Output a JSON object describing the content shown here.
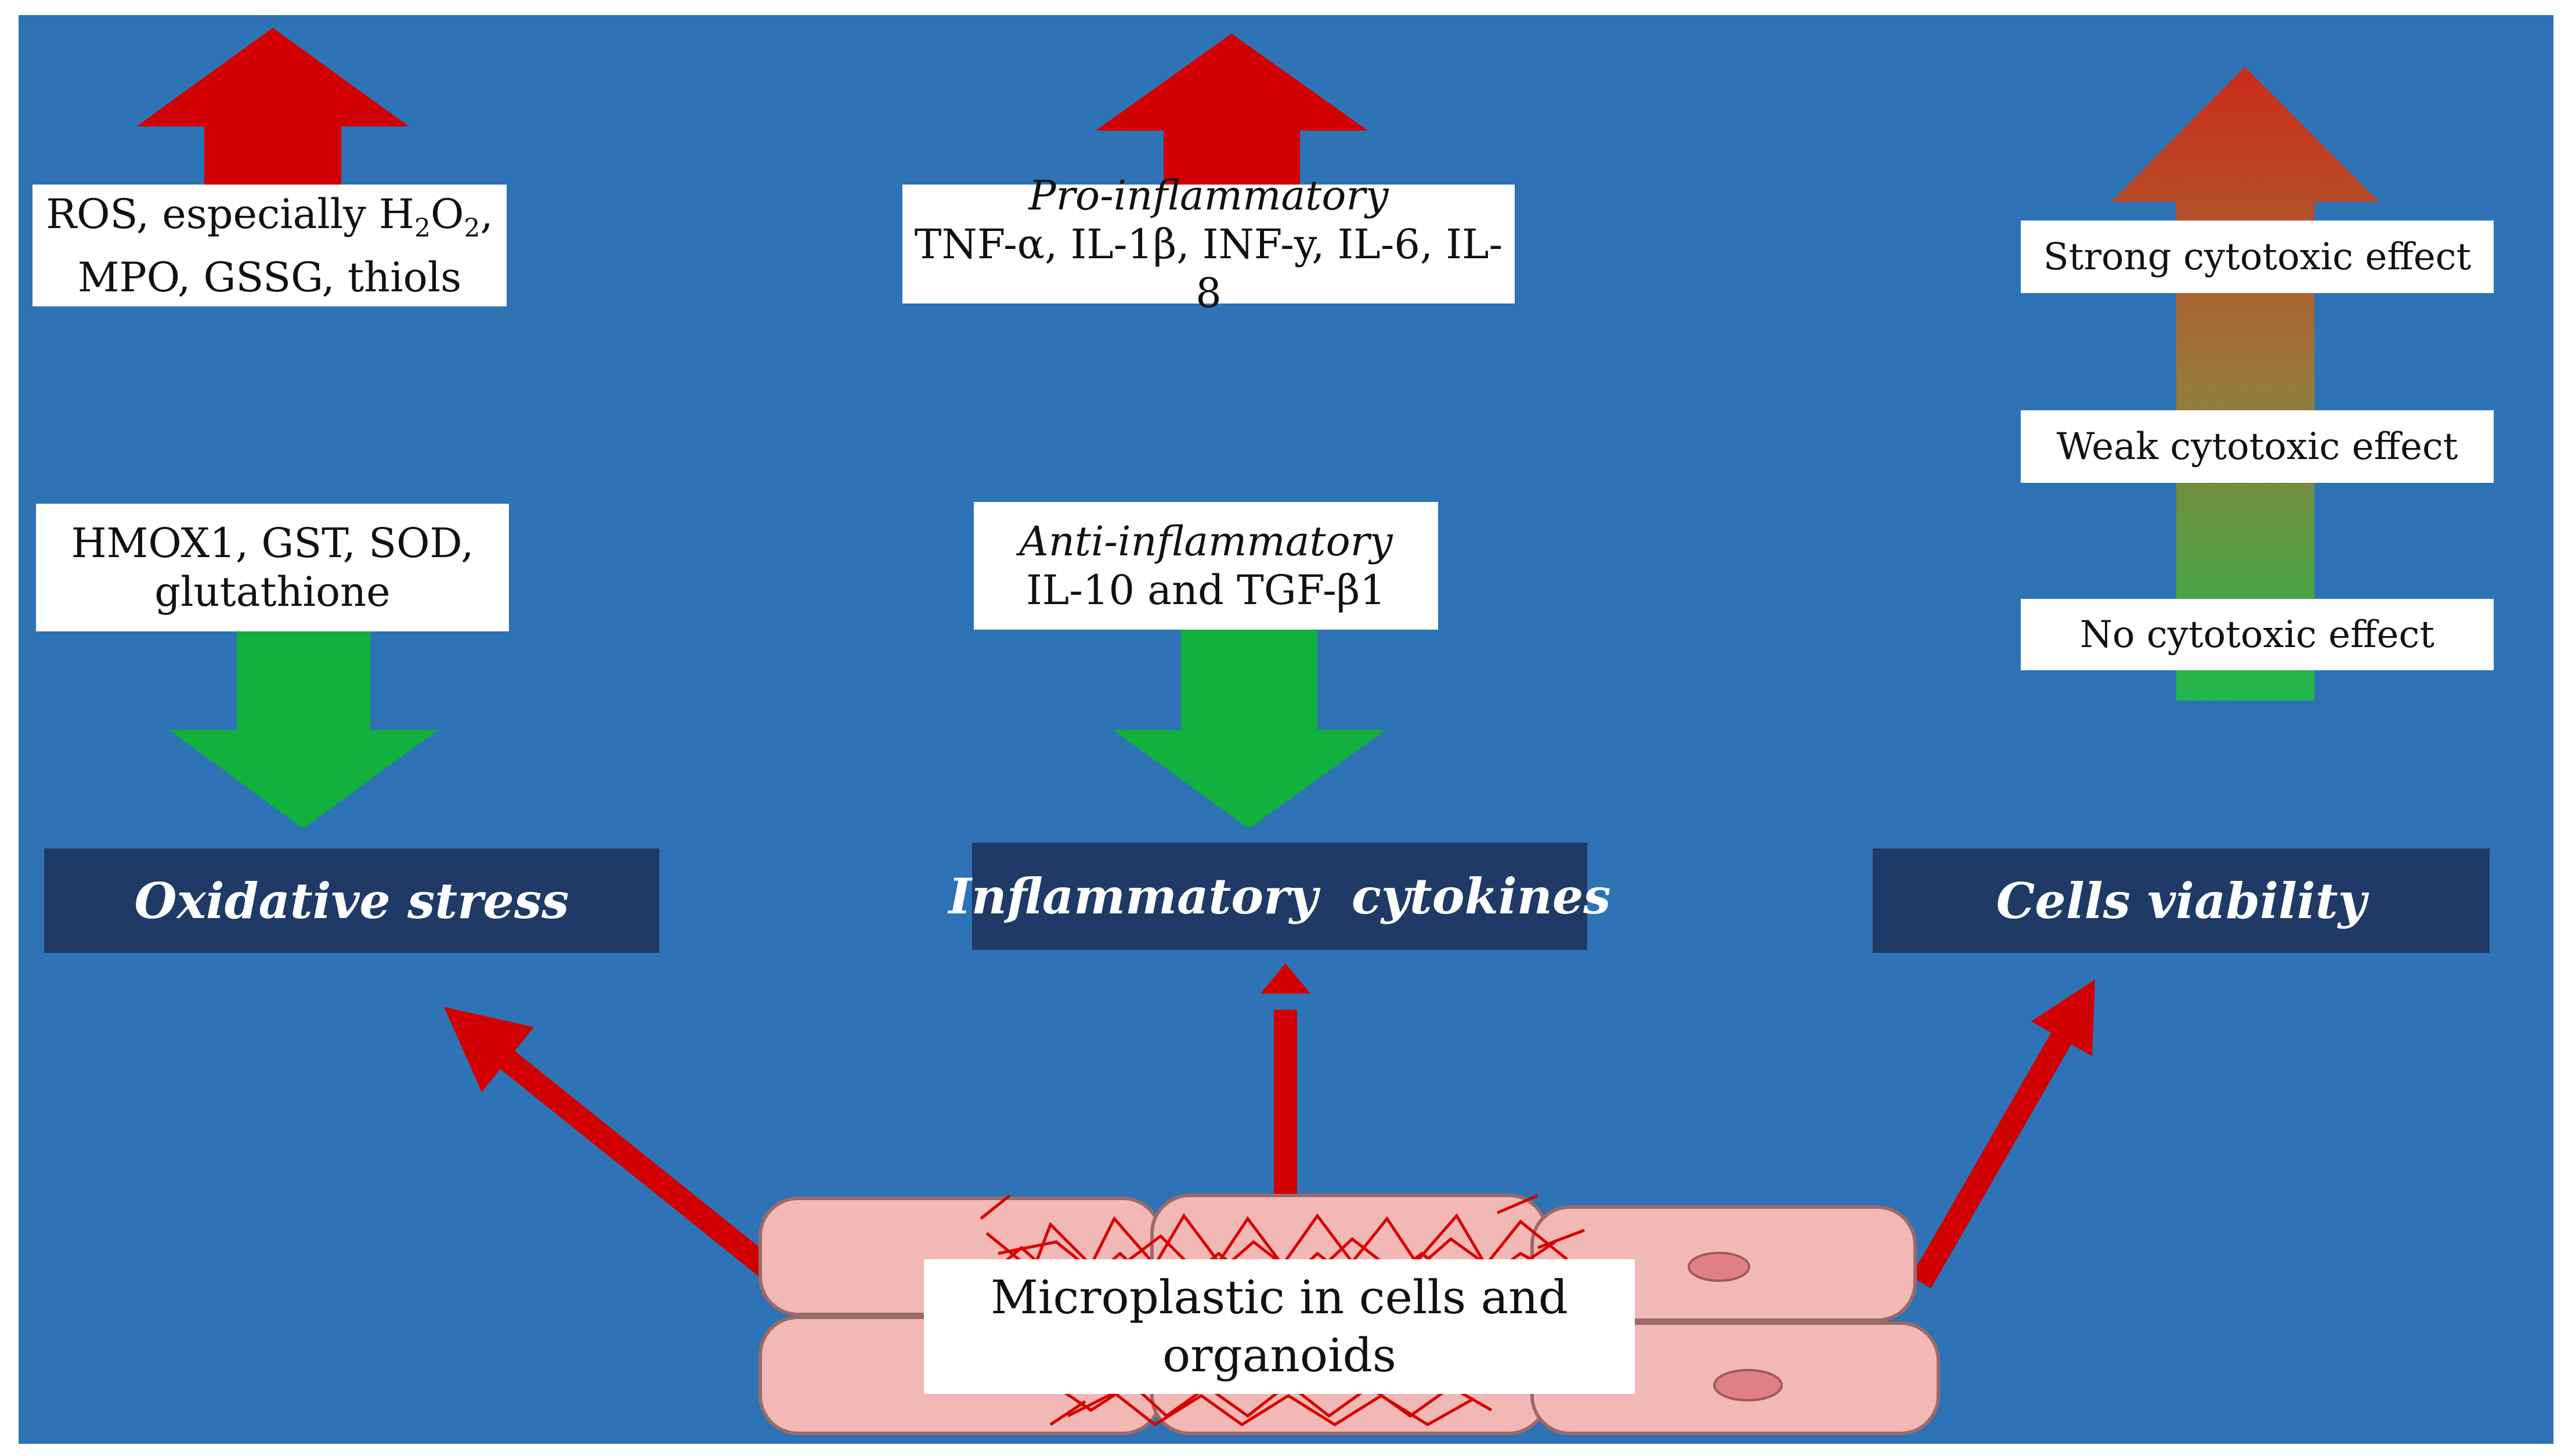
{
  "colors": {
    "background": "#2e73b5",
    "up_arrow": "#d10000",
    "down_arrow": "#12b03c",
    "category_box": "#1f3a66",
    "gradient_top": "#cc2b1b",
    "gradient_bottom": "#1fb84a",
    "cell_fill": "#f2b8b5",
    "cell_stroke": "#9a6a6a",
    "nucleus": "#e07f86",
    "fiber": "#d80000"
  },
  "oxidative": {
    "up_box": {
      "line1_main": "ROS, especially H",
      "sub1": "2",
      "mid": "O",
      "sub2": "2",
      "tail": ",",
      "line2": "MPO, GSSG, thiols"
    },
    "down_box": {
      "line1": "HMOX1, GST, SOD,",
      "line2": "glutathione"
    },
    "category": "Oxidative stress"
  },
  "inflammatory": {
    "up_box": {
      "heading": "Pro-inflammatory",
      "line": "TNF-α, IL-1β, INF-y, IL-6, IL-8"
    },
    "down_box": {
      "heading": "Anti-inflammatory",
      "line": "IL-10 and TGF-β1"
    },
    "category": "Inflammatory  cytokines"
  },
  "viability": {
    "levels": [
      "Strong cytotoxic effect",
      "Weak cytotoxic effect",
      "No cytotoxic effect"
    ],
    "category": "Cells viability"
  },
  "center": {
    "line1": "Microplastic in cells and",
    "line2": "organoids"
  }
}
